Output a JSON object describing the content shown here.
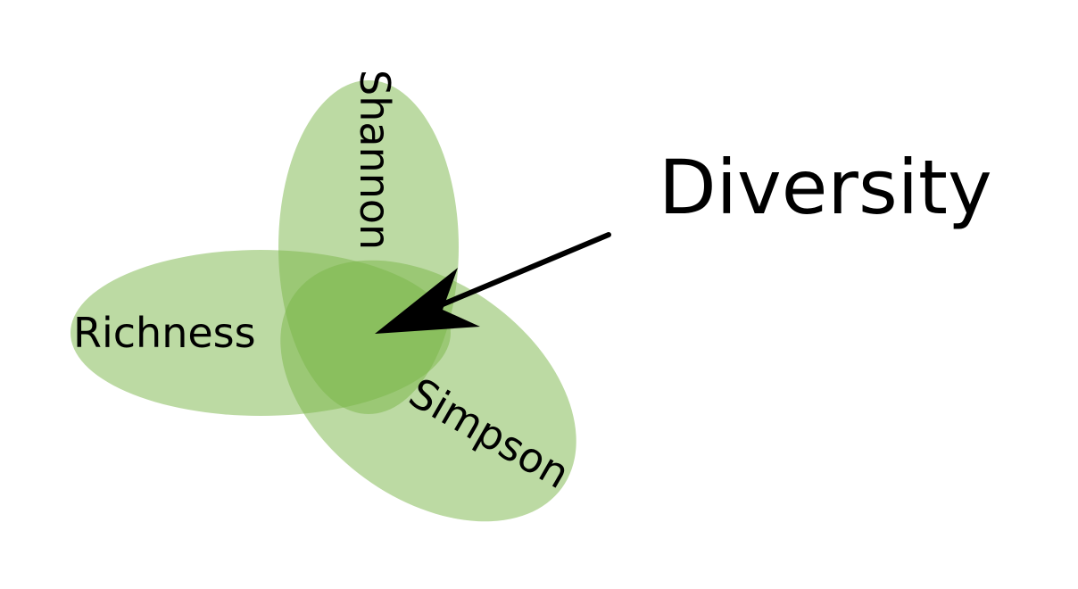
{
  "diagram": {
    "title": "Diversity",
    "sets": [
      {
        "label": "Richness"
      },
      {
        "label": "Shannon"
      },
      {
        "label": "Simpson"
      }
    ]
  },
  "colors": {
    "petal_fill": "#7ab648",
    "arrow": "#000000",
    "background": "#ffffff"
  }
}
